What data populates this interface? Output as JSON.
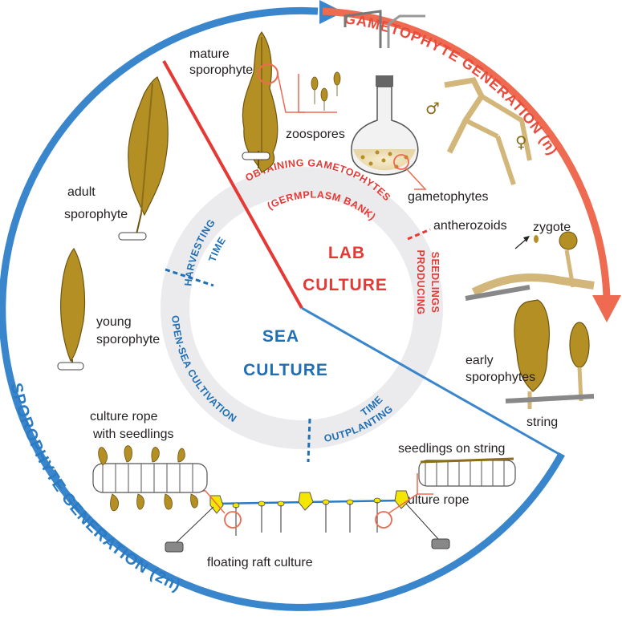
{
  "outer_ring": {
    "gametophyte_label": "GAMETOPHYTE GENERATION (n)",
    "sporophyte_label": "SPOROPHYTE GENERATION (2n)"
  },
  "center": {
    "lab_line1": "LAB",
    "lab_line2": "CULTURE",
    "sea_line1": "SEA",
    "sea_line2": "CULTURE"
  },
  "inner_ring": {
    "obtaining_line1": "OBTAINING GAMETOPHYTES",
    "obtaining_line2": "(GERMPLASM BANK)",
    "producing_line1": "PRODUCING",
    "producing_line2": "SEEDLINGS",
    "outplanting_line1": "OUTPLANTING",
    "outplanting_line2": "TIME",
    "open_sea": "OPEN-SEA CULTIVATION",
    "harvesting_line1": "HARVESTING",
    "harvesting_line2": "TIME"
  },
  "labels": {
    "mature_line1": "mature",
    "mature_line2": "sporophyte",
    "zoospores": "zoospores",
    "gametophytes": "gametophytes",
    "antherozoids": "antherozoids",
    "zygote": "zygote",
    "early_line1": "early",
    "early_line2": "sporophytes",
    "string": "string",
    "seedlings_on_string": "seedlings on string",
    "culture_rope": "culture rope",
    "floating_raft": "floating raft culture",
    "rope_seedlings_line1": "culture rope",
    "rope_seedlings_line2": "with seedlings",
    "young_line1": "young",
    "young_line2": "sporophyte",
    "adult_line1": "adult",
    "adult_line2": "sporophyte",
    "male_symbol": "♂",
    "female_symbol": "♀"
  },
  "colors": {
    "gametophyte_red": "#ee6a50",
    "sporophyte_blue": "#3a86cc",
    "lab_red": "#e53935",
    "sea_blue": "#1f6fb5",
    "ring_gray": "#ebebed",
    "kelp": "#b48f24"
  }
}
